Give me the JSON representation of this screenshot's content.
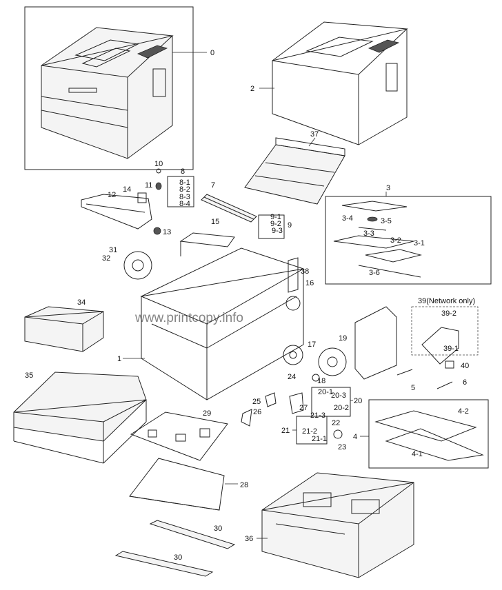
{
  "diagram": {
    "watermark": "www.printcopy.info",
    "network_note": "39(Network only)",
    "labels": {
      "p0": "0",
      "p1": "1",
      "p2": "2",
      "p3": "3",
      "p3_1": "3-1",
      "p3_2": "3-2",
      "p3_3": "3-3",
      "p3_4": "3-4",
      "p3_5": "3-5",
      "p3_6": "3-6",
      "p4": "4",
      "p4_1": "4-1",
      "p4_2": "4-2",
      "p5": "5",
      "p6": "6",
      "p7": "7",
      "p8": "8",
      "p8_1": "8-1",
      "p8_2": "8-2",
      "p8_3": "8-3",
      "p8_4": "8-4",
      "p9": "9",
      "p9_1": "9-1",
      "p9_2": "9-2",
      "p9_3": "9-3",
      "p10": "10",
      "p11": "11",
      "p12": "12",
      "p13": "13",
      "p14": "14",
      "p15": "15",
      "p16": "16",
      "p17": "17",
      "p18": "18",
      "p19": "19",
      "p20": "20",
      "p20_1": "20-1",
      "p20_2": "20-2",
      "p20_3": "20-3",
      "p21": "21",
      "p21_1": "21-1",
      "p21_2": "21-2",
      "p21_3": "21-3",
      "p22": "22",
      "p23": "23",
      "p24": "24",
      "p25": "25",
      "p26": "26",
      "p27": "27",
      "p28": "28",
      "p29": "29",
      "p30a": "30",
      "p30b": "30",
      "p31": "31",
      "p32": "32",
      "p34": "34",
      "p35": "35",
      "p36": "36",
      "p37": "37",
      "p38": "38",
      "p39_1": "39-1",
      "p39_2": "39-2",
      "p40": "40"
    }
  }
}
